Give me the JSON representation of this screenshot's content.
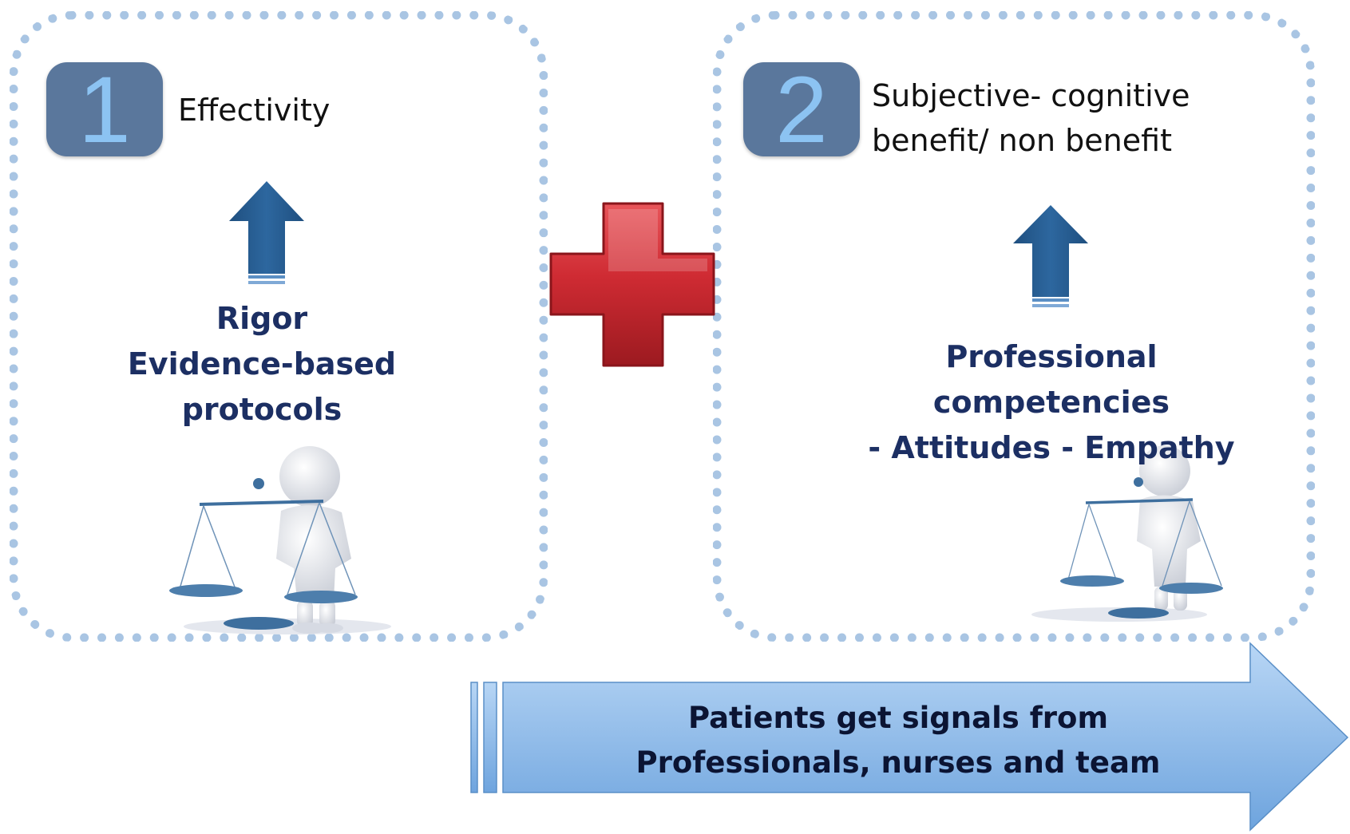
{
  "panels": [
    {
      "number": "1",
      "heading": "Effectivity",
      "label_lines": [
        "Rigor",
        "Evidence-based",
        "protocols"
      ]
    },
    {
      "number": "2",
      "heading_lines": [
        "Subjective- cognitive",
        "benefit/ non benefit"
      ],
      "label_lines": [
        "Professional",
        "competencies",
        "- Attitudes - Empathy"
      ]
    }
  ],
  "banner": {
    "lines": [
      "Patients get signals from",
      "Professionals, nurses and team"
    ]
  },
  "colors": {
    "panel_border": "#a9c5e3",
    "badge_fill": "#5a779c",
    "badge_text": "#8cc3f2",
    "arrow_fill": "#245a8c",
    "label_text": "#1c2f63",
    "plus_red": "#d9343b",
    "banner_light": "#b8d6f5",
    "banner_dark": "#6ea4de"
  },
  "icons": {
    "up_arrow": "up-arrow-icon",
    "plus": "red-plus-icon",
    "figure": "figure-with-scales-icon",
    "banner_arrow": "right-arrow-banner"
  }
}
